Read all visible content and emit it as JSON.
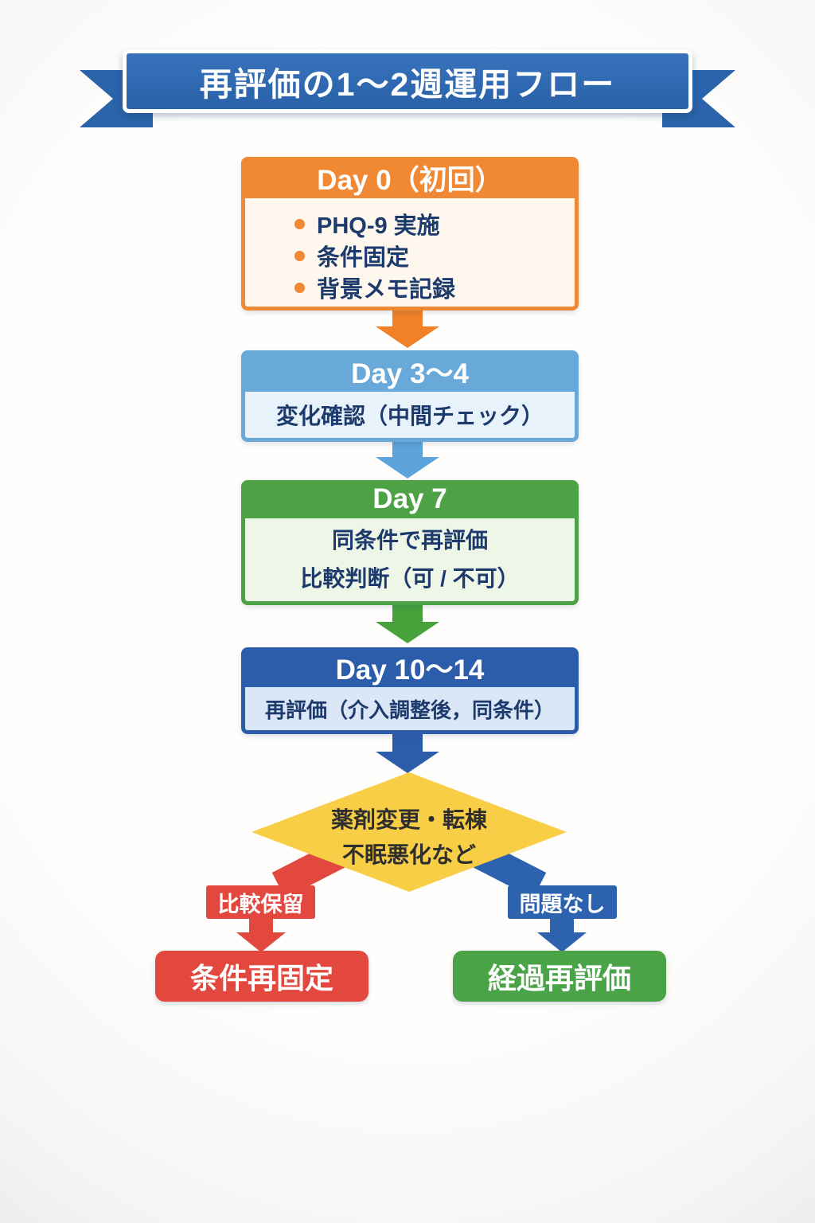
{
  "title": "再評価の1〜2週運用フロー",
  "flow": {
    "day0": {
      "header": "Day 0（初回）",
      "bullets": [
        "PHQ-9 実施",
        "条件固定",
        "背景メモ記録"
      ]
    },
    "day3_4": {
      "header": "Day 3〜4",
      "body": "変化確認（中間チェック）"
    },
    "day7": {
      "header": "Day 7",
      "lines": [
        "同条件で再評価",
        "比較判断（可 / 不可）"
      ]
    },
    "day10_14": {
      "header": "Day 10〜14",
      "body": "再評価（介入調整後，同条件）"
    },
    "decision": {
      "lines": [
        "薬剤変更・転棟",
        "不眠悪化など"
      ]
    },
    "left_branch": {
      "label": "比較保留",
      "result": "条件再固定"
    },
    "right_branch": {
      "label": "問題なし",
      "result": "経過再評価"
    }
  },
  "colors": {
    "ribbon_blue": "#306cb5",
    "ribbon_tail_blue": "#2a63a9",
    "stage_orange": "#f08834",
    "stage_light_blue": "#69a9da",
    "stage_green": "#4ca244",
    "stage_dark_blue": "#2b5dab",
    "diamond_yellow": "#f7ce45",
    "branch_red": "#e2483e",
    "branch_blue": "#2c62ae",
    "result_green": "#4aa347",
    "body_text_navy": "#1d3a6d"
  }
}
